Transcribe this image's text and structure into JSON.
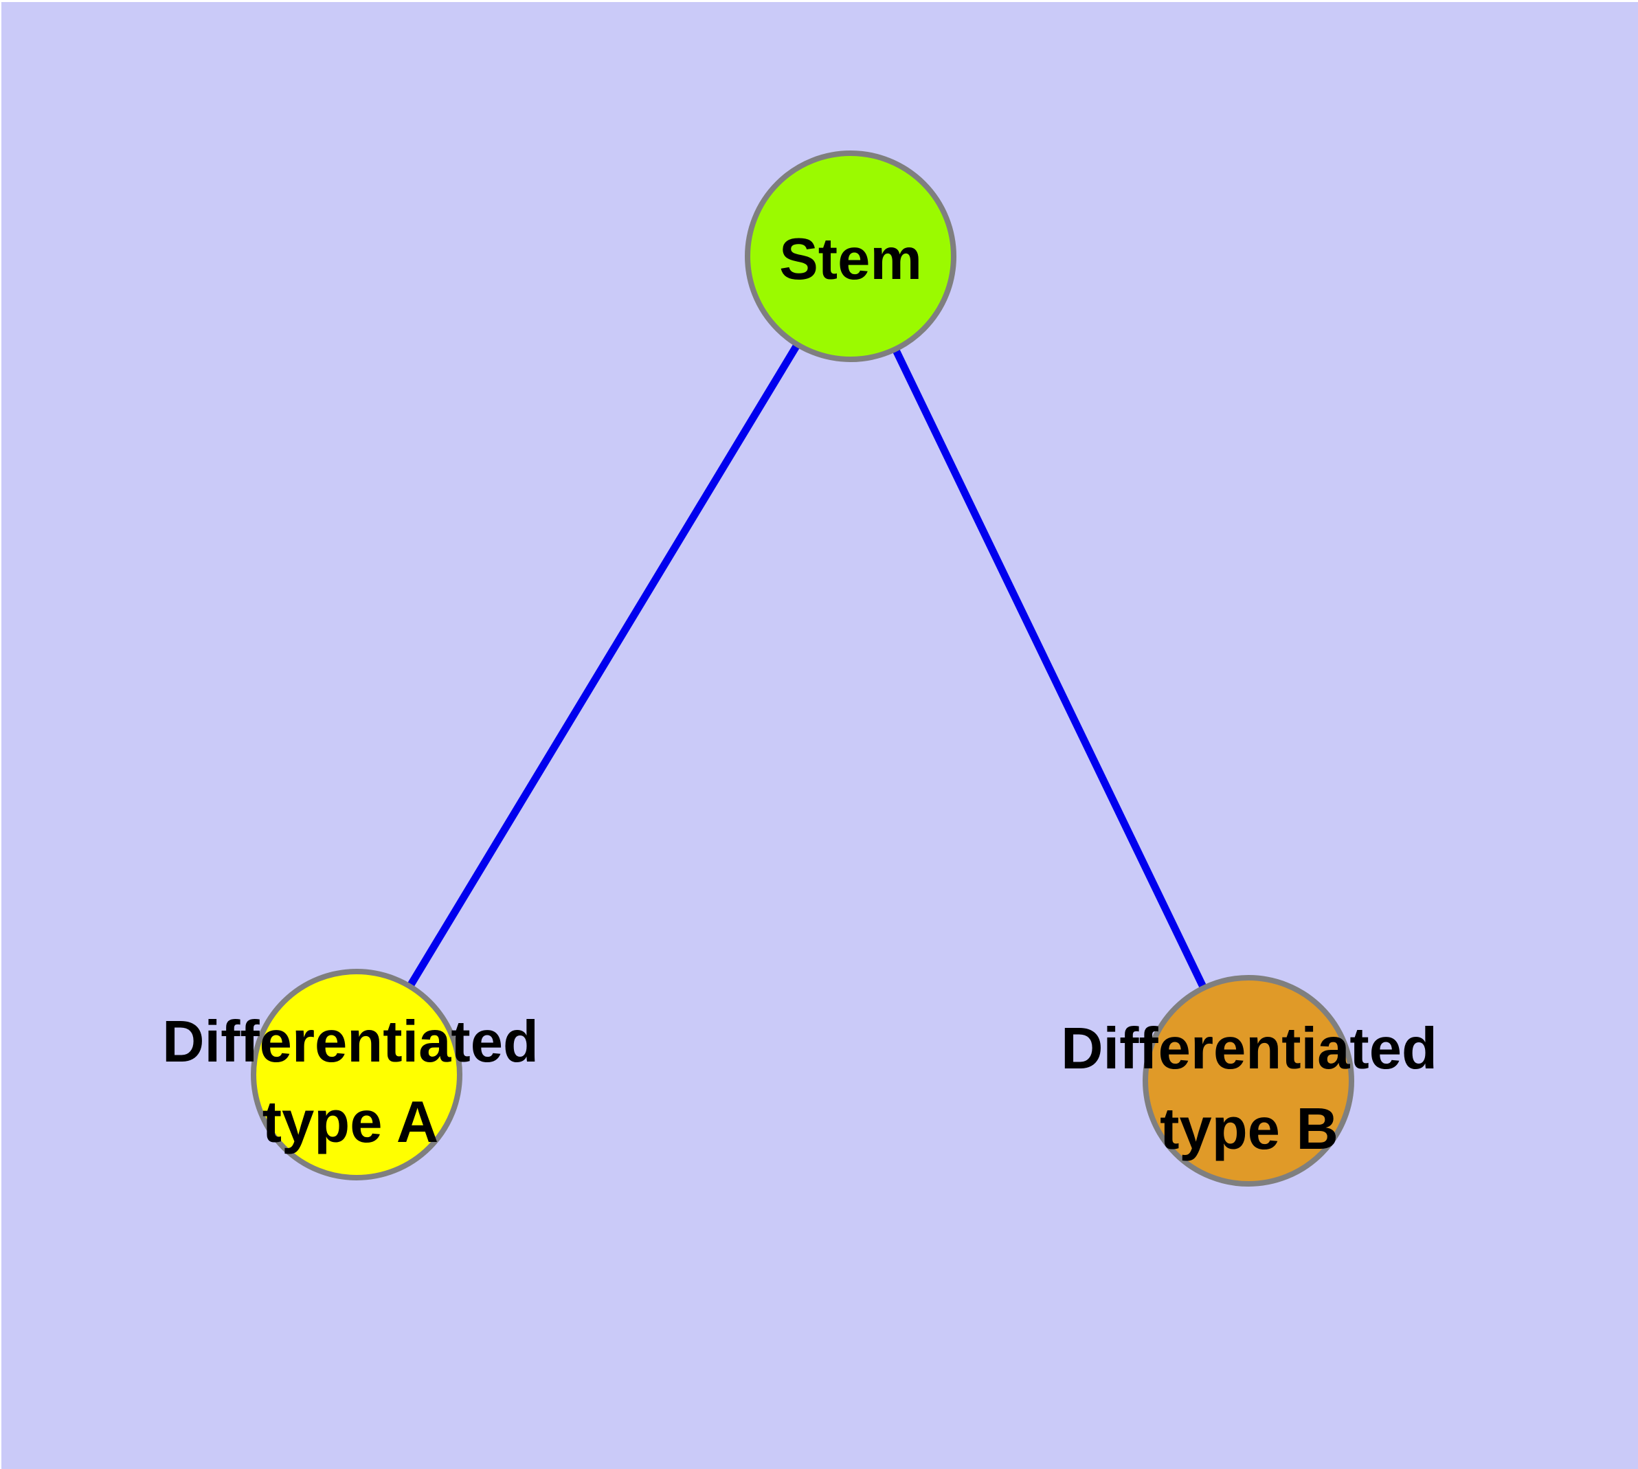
{
  "diagram": {
    "type": "graph",
    "background_color": "#cacaf8",
    "frame_color": "#ffffff",
    "edge_color": "#0000ee",
    "node_border_color": "#7f7f7f",
    "label_color": "#000000",
    "nodes": [
      {
        "id": "stem",
        "label": "Stem",
        "fill_color": "#9bfa00"
      },
      {
        "id": "differentiated-type-a",
        "label": "Differentiated type A",
        "label_line1": "Differentiated",
        "label_line2": "type A",
        "fill_color": "#ffff00"
      },
      {
        "id": "differentiated-type-b",
        "label": "Differentiated type B",
        "label_line1": "Differentiated",
        "label_line2": "type B",
        "fill_color": "#e09a28"
      }
    ],
    "edges": [
      {
        "from": "Stem",
        "to": "Differentiated type A"
      },
      {
        "from": "Stem",
        "to": "Differentiated type B"
      }
    ]
  }
}
